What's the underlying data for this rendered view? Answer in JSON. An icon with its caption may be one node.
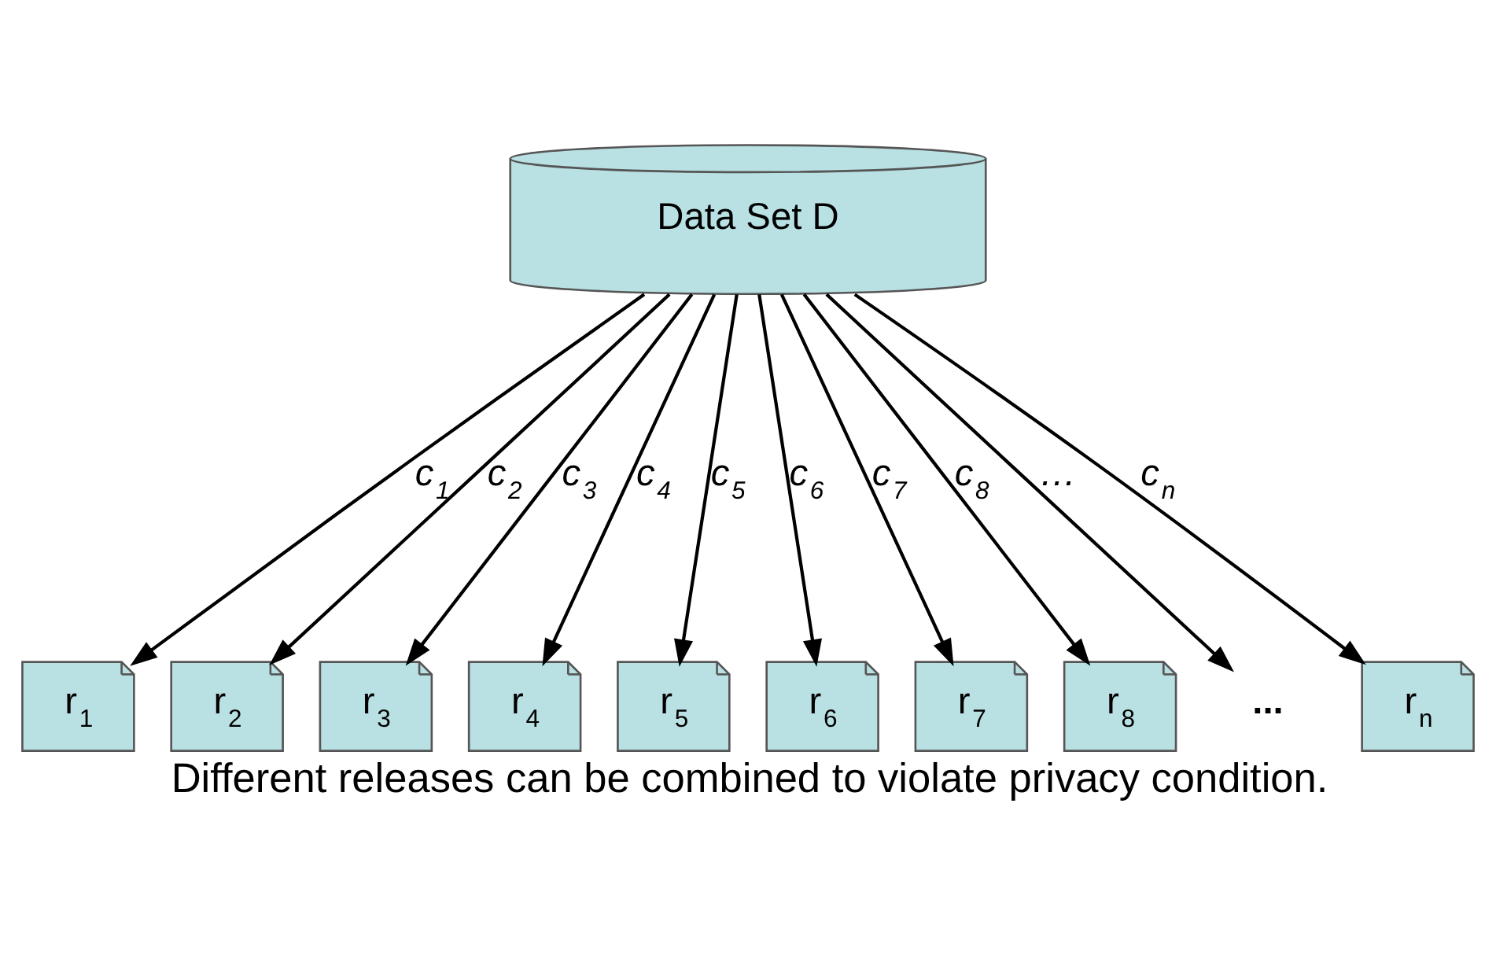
{
  "diagram": {
    "caption": "Different releases can be combined to violate privacy condition.",
    "nodes": [
      {
        "text": [
          "Data Set D"
        ]
      },
      {
        "text": [
          "r$_{1}$"
        ]
      },
      {
        "text": [
          "r$_{2}$"
        ]
      },
      {
        "text": [
          "r$_{3}$"
        ]
      },
      {
        "text": [
          "r$_{4}$"
        ]
      },
      {
        "text": [
          "r$_{5}$"
        ]
      },
      {
        "text": [
          "r$_{6}$"
        ]
      },
      {
        "text": [
          "r$_{7}$"
        ]
      },
      {
        "text": [
          "r$_{8}$"
        ]
      },
      {
        "text": [
          "..."
        ]
      },
      {
        "text": [
          "r$_{n}$"
        ]
      }
    ],
    "edges": [
      {
        "from": 0,
        "to": 1,
        "arrow": "to",
        "label": "c$_{1}$"
      },
      {
        "from": 0,
        "to": 2,
        "arrow": "to",
        "label": "c$_{2}$"
      },
      {
        "from": 0,
        "to": 3,
        "arrow": "to",
        "label": "c$_{3}$"
      },
      {
        "from": 0,
        "to": 4,
        "arrow": "to",
        "label": "c$_{4}$"
      },
      {
        "from": 0,
        "to": 5,
        "arrow": "to",
        "label": "c$_{5}$"
      },
      {
        "from": 0,
        "to": 6,
        "arrow": "to",
        "label": "c$_{6}$"
      },
      {
        "from": 0,
        "to": 7,
        "arrow": "to",
        "label": "c$_{7}$"
      },
      {
        "from": 0,
        "to": 8,
        "arrow": "to",
        "label": "c$_{8}$"
      },
      {
        "from": 0,
        "to": 9,
        "arrow": "to",
        "label": "…"
      },
      {
        "from": 0,
        "to": 10,
        "arrow": "to",
        "label": "c$_{n}$"
      }
    ]
  }
}
